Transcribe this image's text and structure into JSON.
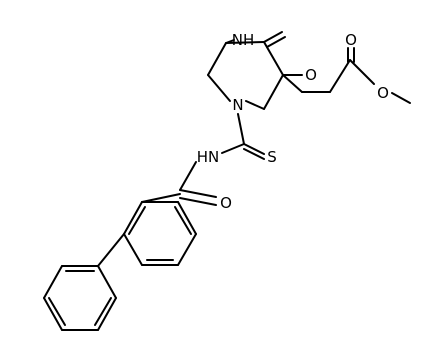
{
  "molecule": {
    "atoms": {
      "nh_ring": "NH",
      "o_ring": "O",
      "o_ester_carbonyl": "O",
      "o_ester": "O",
      "n_ring": "N",
      "s_thio": "S",
      "nh_amide": "HN",
      "o_amide": "O"
    }
  }
}
